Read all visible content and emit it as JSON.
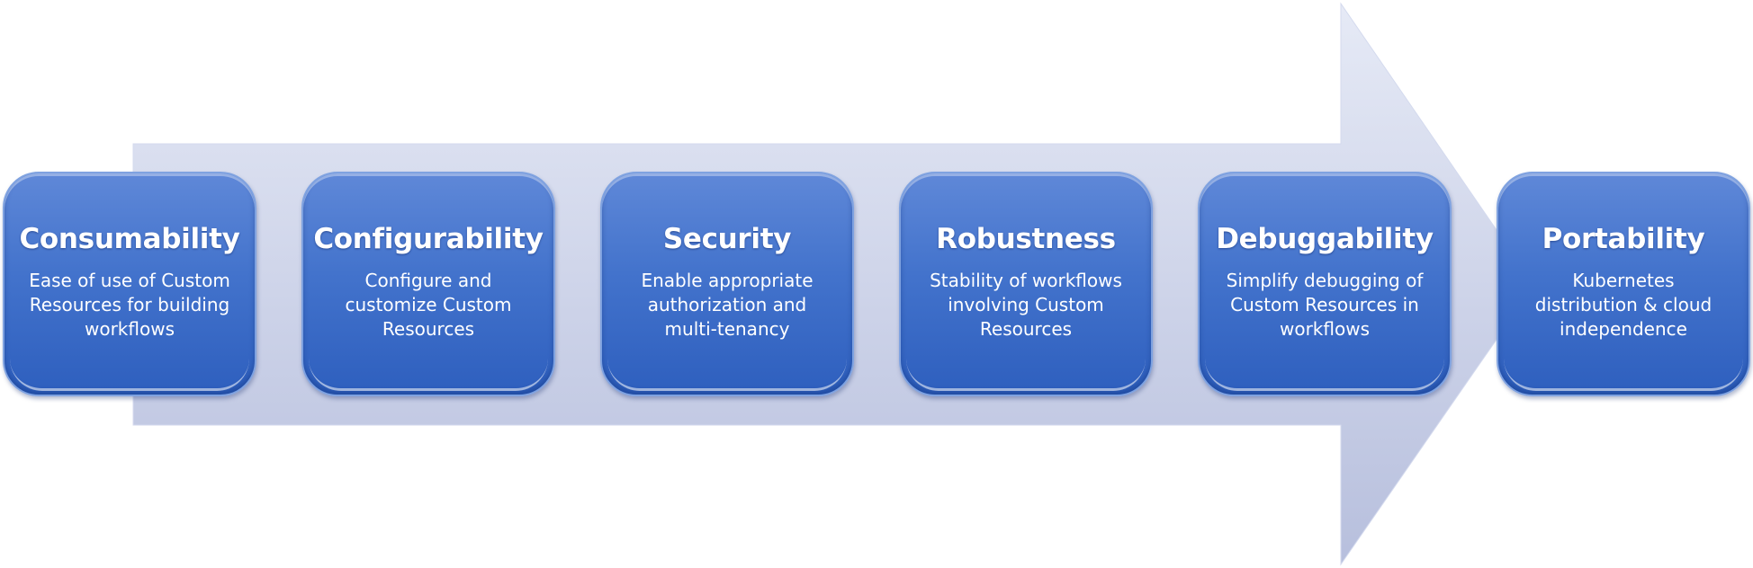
{
  "colors": {
    "arrow_light": "#e3e8f5",
    "arrow_dark": "#b9c1df",
    "box_top": "#5f88d8",
    "box_bottom": "#2e5fbe",
    "box_text": "#ffffff"
  },
  "stages": [
    {
      "title": "Consumability",
      "description": "Ease of use of Custom\nResources for building\nworkflows"
    },
    {
      "title": "Configurability",
      "description": "Configure and\ncustomize Custom\nResources"
    },
    {
      "title": "Security",
      "description": "Enable appropriate\nauthorization and\nmulti-tenancy"
    },
    {
      "title": "Robustness",
      "description": "Stability of workflows\ninvolving Custom\nResources"
    },
    {
      "title": "Debuggability",
      "description": "Simplify debugging of\nCustom Resources in\nworkflows"
    },
    {
      "title": "Portability",
      "description": "Kubernetes\ndistribution &  cloud\nindependence"
    }
  ]
}
